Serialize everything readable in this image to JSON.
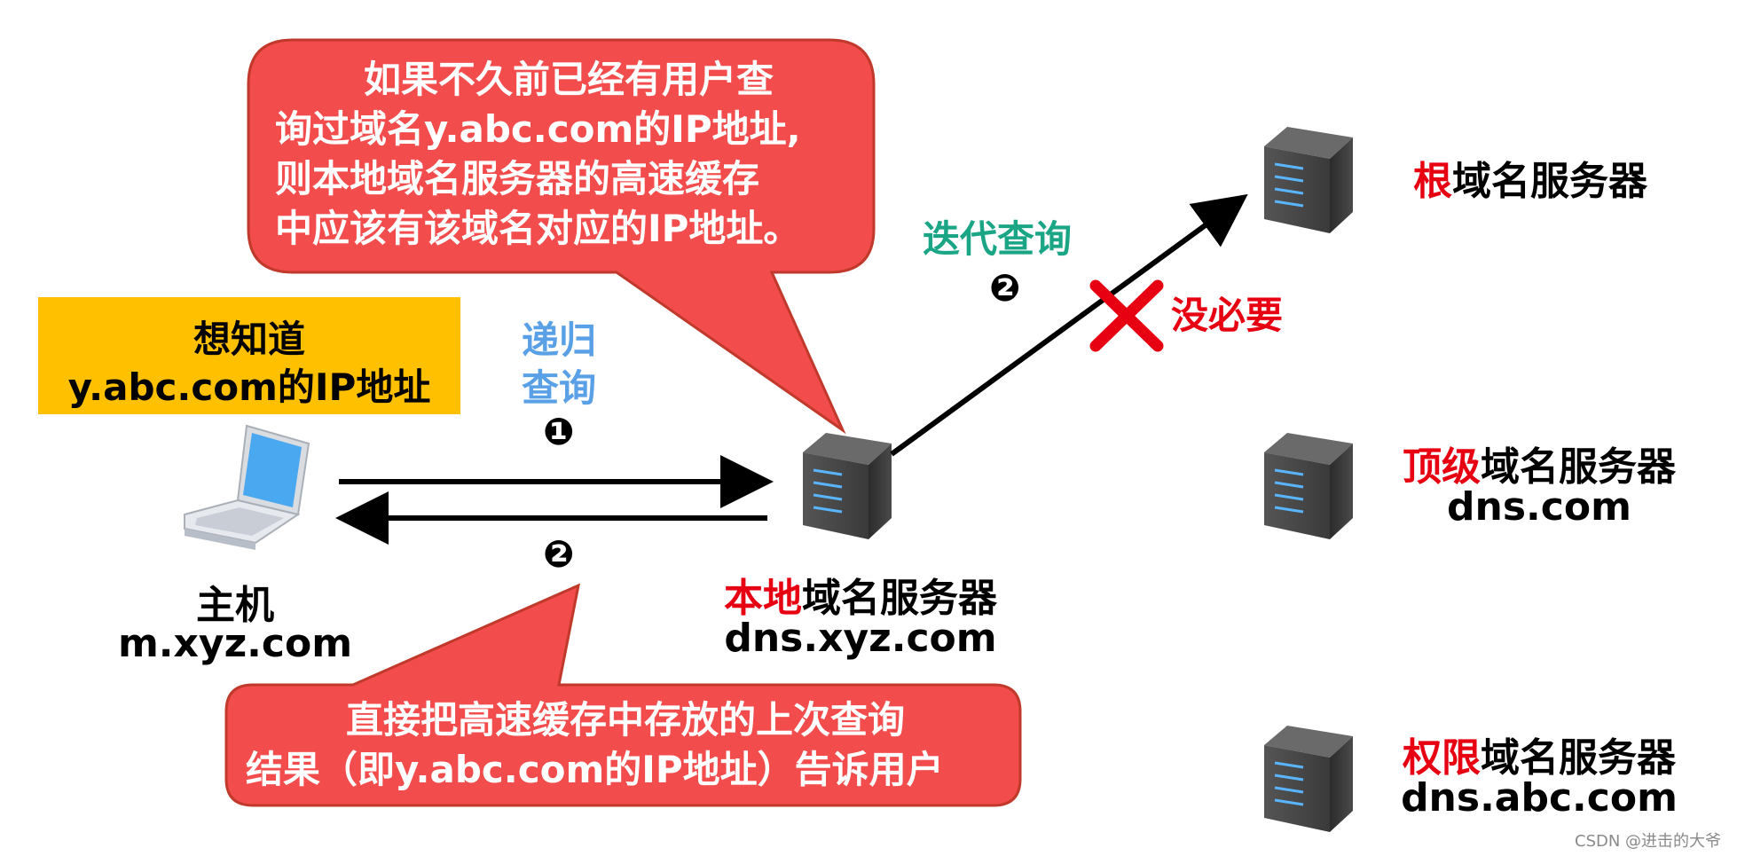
{
  "callout_top": {
    "lines": [
      "如果不久前已经有用户查",
      "询过域名y.abc.com的IP地址,",
      "则本地域名服务器的高速缓存",
      "中应该有该域名对应的IP地址。"
    ],
    "fill": "#f24c4c"
  },
  "callout_bottom": {
    "lines": [
      "直接把高速缓存中存放的上次查询",
      "结果（即y.abc.com的IP地址）告诉用户"
    ],
    "fill": "#f24c4c"
  },
  "query_box": {
    "line1": "想知道",
    "line2": "y.abc.com的IP地址",
    "fill": "#ffc000"
  },
  "host": {
    "title": "主机",
    "domain": "m.xyz.com",
    "icon": "laptop-icon"
  },
  "local_server": {
    "highlight": "本地",
    "rest": "域名服务器",
    "domain": "dns.xyz.com",
    "icon": "server-icon"
  },
  "root_server": {
    "highlight": "根",
    "rest": "域名服务器",
    "icon": "server-icon"
  },
  "tld_server": {
    "highlight": "顶级",
    "rest": "域名服务器",
    "domain": "dns.com",
    "icon": "server-icon"
  },
  "auth_server": {
    "highlight": "权限",
    "rest": "域名服务器",
    "domain": "dns.abc.com",
    "icon": "server-icon"
  },
  "recursive_query": {
    "line1": "递归",
    "line2": "查询",
    "color": "#5aa0e6"
  },
  "iterative_query": {
    "label": "迭代查询",
    "color": "#1aa585"
  },
  "steps": {
    "one": "❶",
    "two": "❷",
    "iter_two": "❷"
  },
  "not_needed": {
    "label": "没必要",
    "mark": "✕",
    "color": "#e60012"
  },
  "watermark": "CSDN @进击的大爷"
}
